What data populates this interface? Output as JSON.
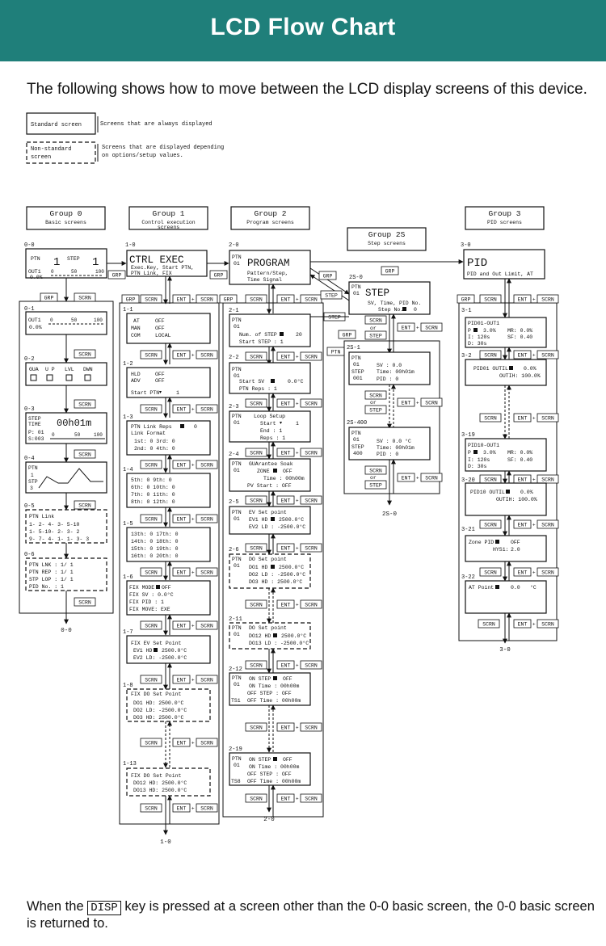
{
  "header": {
    "title": "LCD Flow Chart"
  },
  "intro": "The following shows how to move between the LCD display screens of this device.",
  "legend": {
    "standard_box": "Standard screen",
    "standard_desc": "Screens that are always displayed",
    "nonstd_box_1": "Non-standard",
    "nonstd_box_2": "screen",
    "nonstd_desc_1": "Screens that are displayed depending",
    "nonstd_desc_2": "on options/setup values."
  },
  "groups": {
    "g0": {
      "title": "Group 0",
      "sub": "Basic screens"
    },
    "g1": {
      "title": "Group 1",
      "sub": "Control execution",
      "sub2": "screens"
    },
    "g2": {
      "title": "Group 2",
      "sub": "Program screens"
    },
    "g2s": {
      "title": "Group 2S",
      "sub": "Step screens"
    },
    "g3": {
      "title": "Group 3",
      "sub": "PID screens"
    }
  },
  "keys": {
    "grp": "GRP",
    "scrn": "SCRN",
    "ent": "ENT",
    "plus": "+",
    "step": "STEP",
    "ptn": "PTN",
    "or": "or"
  },
  "screens": {
    "s00": {
      "id": "0-0",
      "l1": "PTN",
      "l2": "1",
      "l3": "STEP",
      "l4": "1",
      "l5": "OUT1",
      "l6": "0.0%",
      "l7": "0",
      "l8": "50",
      "l9": "100"
    },
    "s01": {
      "id": "0-1",
      "l1": "OUT1",
      "l2": "0.0%",
      "l3": "0",
      "l4": "50",
      "l5": "100"
    },
    "s02": {
      "id": "0-2",
      "l1": "GUA",
      "l2": "U P",
      "l3": "LVL",
      "l4": "DWN"
    },
    "s03": {
      "id": "0-3",
      "l1": "STEP",
      "l2": "TIME",
      "l3": "00h01m",
      "l4": "P: 01",
      "l5": "S:003",
      "l6": "0",
      "l7": "50",
      "l8": "100"
    },
    "s04": {
      "id": "0-4",
      "l1": "PTN",
      "l2": "1",
      "l3": "STP",
      "l4": "3"
    },
    "s05": {
      "id": "0-5",
      "l1": "PTN Link",
      "l2": "1- 2- 4- 3- 5-10",
      "l3": "1- 5-10- 2- 3- 2",
      "l4": "9- 7- 4- 1- 1- 3- 3"
    },
    "s06": {
      "id": "0-6",
      "l1": "PTN LNK :  1/   1",
      "l2": "PTN REP :  1/   1",
      "l3": "STP LOP :  1/   1",
      "l4": "PID No. :  1"
    },
    "s10": {
      "id": "1-0",
      "l1": "CTRL EXEC",
      "l2": "Exec.Key, Start PTN,",
      "l3": "PTN Link, FIX"
    },
    "s11": {
      "id": "1-1",
      "l1": "AT",
      "l2": "OFF",
      "l3": "MAN",
      "l4": "OFF",
      "l5": "COM",
      "l6": "LOCAL"
    },
    "s12": {
      "id": "1-2",
      "l1": "HLD",
      "l2": "OFF",
      "l3": "ADV",
      "l4": "OFF",
      "l5": "Start PTN",
      "l6": "1"
    },
    "s13": {
      "id": "1-3",
      "l1": "PTN Link Reps",
      "l2": "0",
      "l3": "Link Format",
      "l4": "1st:  0     3rd:  0",
      "l5": "2nd:  0     4th:  0"
    },
    "s14": {
      "id": "1-4",
      "l1": "5th:  0     9th:  0",
      "l2": "6th:  0    10th:  0",
      "l3": "7th:  0    11th:  0",
      "l4": "8th:  0    12th:  0"
    },
    "s15": {
      "id": "1-5",
      "l1": "13th:  0    17th:  0",
      "l2": "14th:  0    18th:  0",
      "l3": "15th:  0    19th:  0",
      "l4": "16th:  0    20th:  0"
    },
    "s16": {
      "id": "1-6",
      "l1": "FIX MODE",
      "l2": "OFF",
      "l3": "FIX SV  :     0.0°C",
      "l4": "FIX PID :       1",
      "l5": "FIX MOVE:  EXE"
    },
    "s17": {
      "id": "1-7",
      "l1": "FIX  EV  Set  Point",
      "l2": "EV1 HD",
      "l3": "2500.0°C",
      "l4": "EV2 LD:    -2500.0°C"
    },
    "s18": {
      "id": "1-8",
      "l1": "FIX  DO  Set  Point",
      "l2": "DO1 HD:     2500.0°C",
      "l3": "DO2 LD:    -2500.0°C",
      "l4": "DO3 HD:     2500.0°C"
    },
    "s113": {
      "id": "1-13",
      "l1": "FIX  DO  Set  Point",
      "l2": "DO12 HD:    2500.0°C",
      "l3": "DO13 HD:    2500.0°C"
    },
    "s20": {
      "id": "2-0",
      "l1": "PTN",
      "l2": "01",
      "l3": "PROGRAM",
      "l4": "Pattern/Step,",
      "l5": "Time Signal"
    },
    "s21": {
      "id": "2-1",
      "l1": "PTN",
      "l2": "01",
      "l3": "Num. of STEP",
      "l4": "20",
      "l5": "Start STEP   :    1"
    },
    "s22": {
      "id": "2-2",
      "l1": "PTN",
      "l2": "01",
      "l3": "Start SV",
      "l4": "0.0°C",
      "l5": "PTN Reps  :       1"
    },
    "s23": {
      "id": "2-3",
      "l1": "PTN",
      "l2": "01",
      "l3": "Loop Setup",
      "l4": "Start",
      "l5": "1",
      "l6": "End   :   1",
      "l7": "Reps  :   1"
    },
    "s24": {
      "id": "2-4",
      "l1": "PTN",
      "l2": "01",
      "l3": "GUArantee Soak",
      "l4": "ZONE",
      "l5": "OFF",
      "l6": "Time : 00h00m",
      "l7": "PV Start :  OFF"
    },
    "s25": {
      "id": "2-5",
      "l1": "PTN",
      "l2": "01",
      "l3": "EV Set point",
      "l4": "EV1 HD",
      "l5": "2500.0°C",
      "l6": "EV2 LD : -2500.0°C"
    },
    "s26": {
      "id": "2-6",
      "l1": "PTN",
      "l2": "01",
      "l3": "DO Set point",
      "l4": "DO1 HD",
      "l5": "2500.0°C",
      "l6": "DO2 LD : -2500.0°C",
      "l7": "DO3 HD :  2500.0°C"
    },
    "s211": {
      "id": "2-11",
      "l1": "PTN",
      "l2": "01",
      "l3": "DO Set point",
      "l4": "DO12 HD",
      "l5": "2500.0°C",
      "l6": "DO13 LD : -2500.0°C"
    },
    "s212": {
      "id": "2-12",
      "l1": "PTN",
      "l2": "01",
      "l3": "ON STEP",
      "l4": "OFF",
      "l5": "ON Time : 00h00m",
      "l6": "OFF STEP :  OFF",
      "l7": "TS1",
      "l8": "OFF Time : 00h00m"
    },
    "s219": {
      "id": "2-19",
      "l1": "PTN",
      "l2": "01",
      "l3": "ON STEP",
      "l4": "OFF",
      "l5": "ON Time : 00h00m",
      "l6": "OFF STEP :  OFF",
      "l7": "TS8",
      "l8": "OFF Time : 00h00m"
    },
    "s2s0": {
      "id": "2S-0",
      "l1": "PTN",
      "l2": "01",
      "l3": "STEP",
      "l4": "SV, Time, PID No.",
      "l5": "Step No.",
      "l6": "0"
    },
    "s2s1": {
      "id": "2S-1",
      "l1": "PTN",
      "l2": "01",
      "l3": "SV     :   0.0",
      "l4": "STEP",
      "l5": "Time: 00h01m",
      "l6": "001",
      "l7": "PID  :      0"
    },
    "s2s400": {
      "id": "2S-400",
      "l1": "PTN",
      "l2": "01",
      "l3": "SV    :   0.0 °C",
      "l4": "STEP",
      "l5": "Time: 00h01m",
      "l6": "400",
      "l7": "PID  :      0"
    },
    "s30": {
      "id": "3-0",
      "l1": "PID",
      "l2": "PID and Out Limit, AT"
    },
    "s31": {
      "id": "3-1",
      "l1": "PID01-OUT1",
      "l2": "P",
      "l3": "3.0%",
      "l4": "MR:  0.0%",
      "l5": "I:    120s",
      "l6": "SF: 0.40",
      "l7": "D:     30s"
    },
    "s32": {
      "id": "3-2",
      "l1": "PID01  OUTIL",
      "l2": "0.0%",
      "l3": "OUTIH: 100.0%"
    },
    "s319": {
      "id": "3-19",
      "l1": "PID10-OUT1",
      "l2": "P",
      "l3": "3.0%",
      "l4": "MR:  0.0%",
      "l5": "I:    120s",
      "l6": "SF: 0.40",
      "l7": "D:     30s"
    },
    "s320": {
      "id": "3-20",
      "l1": "PID10  OUTIL",
      "l2": "0.0%",
      "l3": "OUTIH: 100.0%"
    },
    "s321": {
      "id": "3-21",
      "l1": "Zone PID",
      "l2": "OFF",
      "l3": "HYS1:",
      "l4": "2.0"
    },
    "s322": {
      "id": "3-22",
      "l1": "AT Point",
      "l2": "0.0",
      "l3": "°C"
    }
  },
  "returns": {
    "r0": "0-0",
    "r1": "1-0",
    "r2": "2-0",
    "r2s": "2S-0",
    "r3": "3-0"
  },
  "footer": {
    "pre": "When the",
    "key": "DISP",
    "post": "key is pressed at a screen other than the 0-0 basic screen, the 0-0 basic screen is returned to."
  }
}
